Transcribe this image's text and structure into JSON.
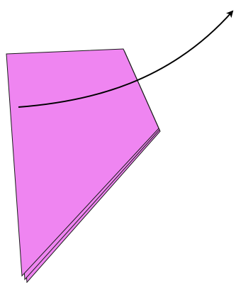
{
  "colors": {
    "background": "#ffffff",
    "sheet_fill": "#ef85f1",
    "sheet_edge": "#1a1a1a",
    "arrow": "#000000"
  },
  "diagram": {
    "sheet_count": 3,
    "elements": [
      "folded-paper-sheet",
      "curved-arrow"
    ]
  }
}
